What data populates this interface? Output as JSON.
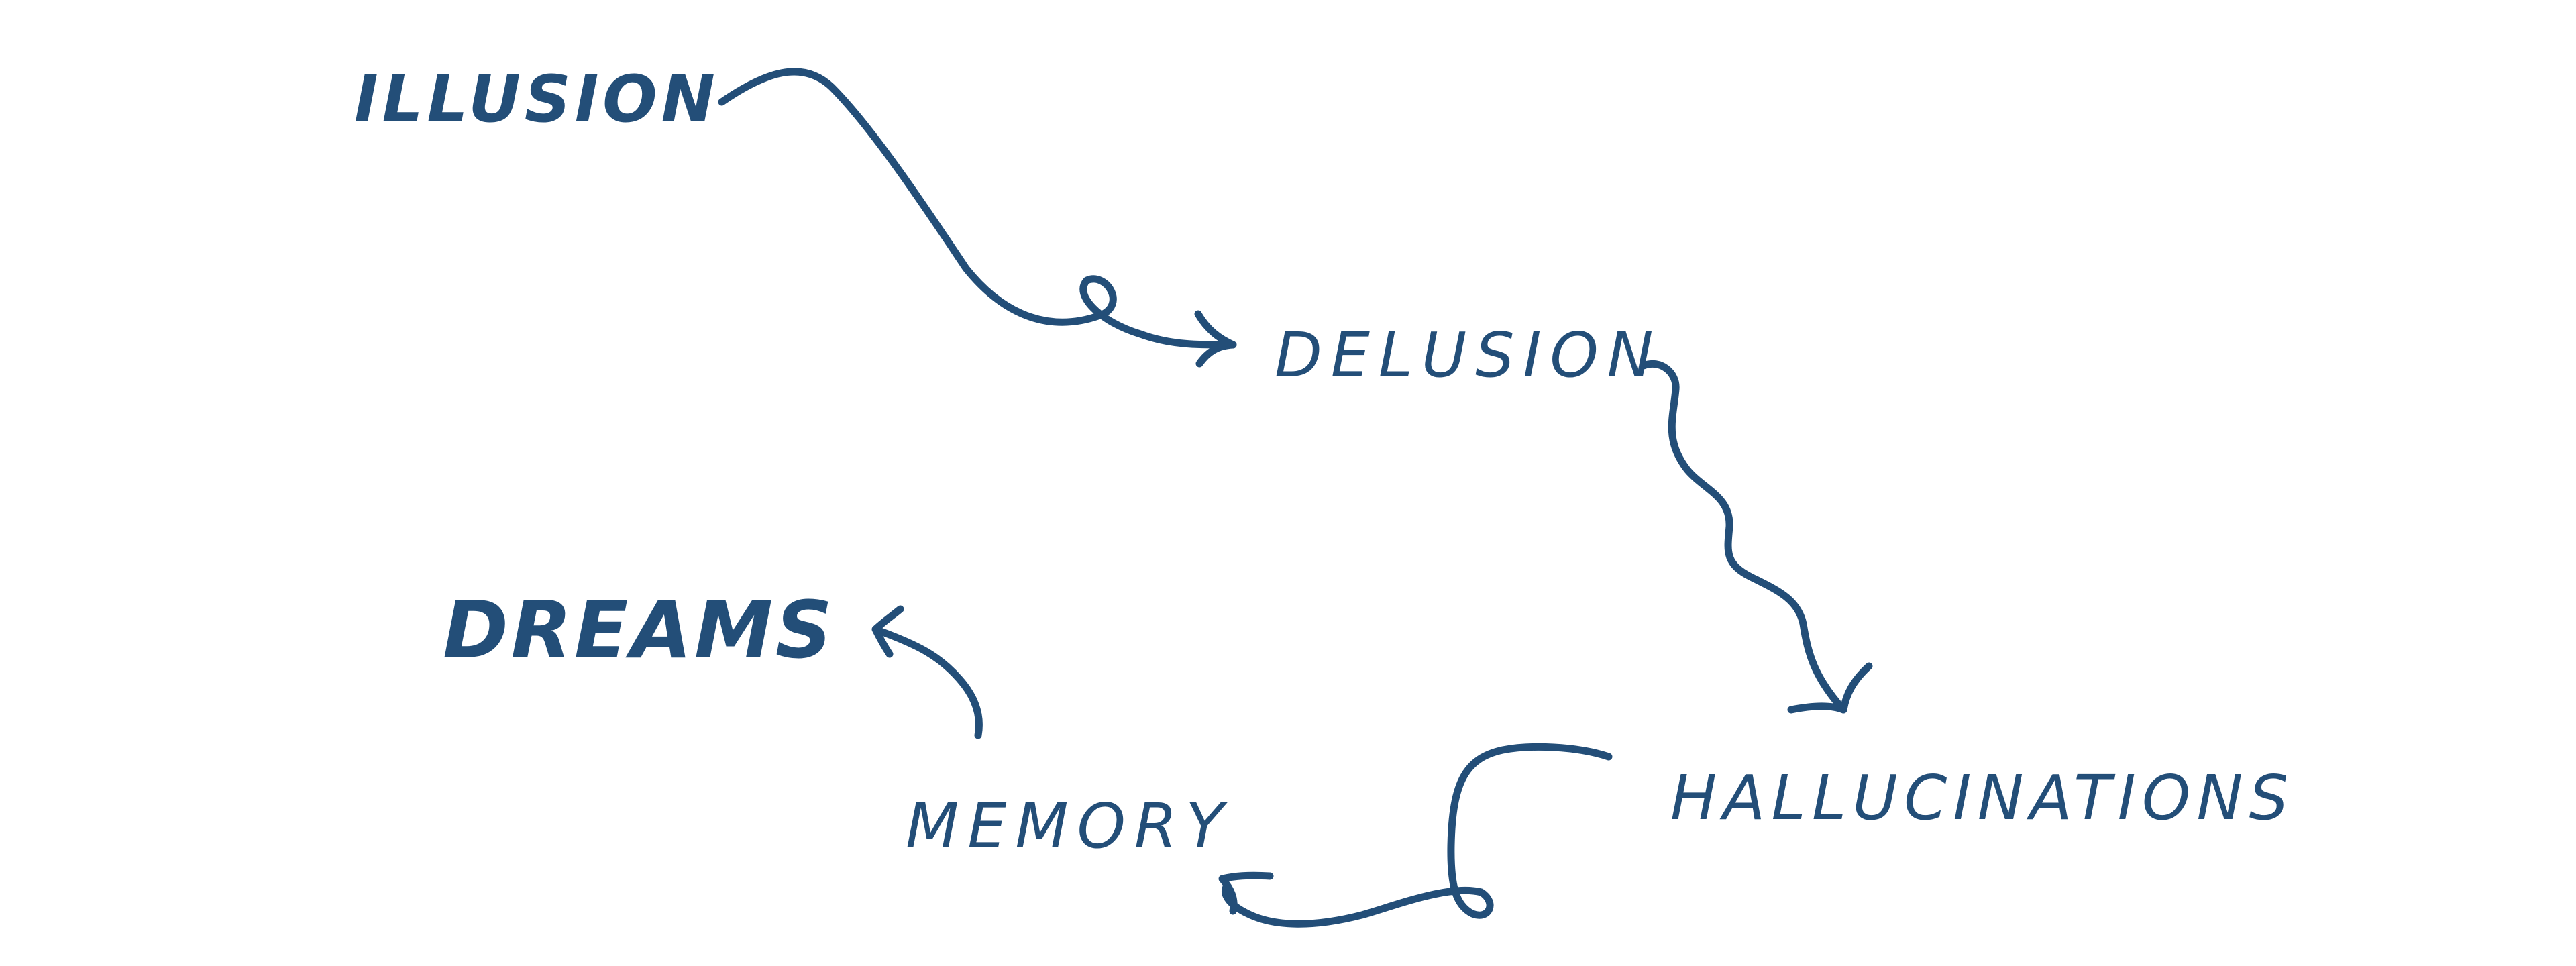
{
  "diagram": {
    "ink_color": "#234e78",
    "background_color": "#ffffff",
    "nodes": [
      {
        "id": "illusion",
        "label": "ILLUSION"
      },
      {
        "id": "delusion",
        "label": "DELUSION"
      },
      {
        "id": "hallucinations",
        "label": "HALLUCINATIONS"
      },
      {
        "id": "memory",
        "label": "MEMORY"
      },
      {
        "id": "dreams",
        "label": "DREAMS"
      }
    ],
    "edges": [
      {
        "from": "illusion",
        "to": "delusion",
        "style": "wavy-loop"
      },
      {
        "from": "delusion",
        "to": "hallucinations",
        "style": "squiggle"
      },
      {
        "from": "hallucinations",
        "to": "memory",
        "style": "hook-loop"
      },
      {
        "from": "memory",
        "to": "dreams",
        "style": "curve"
      }
    ]
  }
}
